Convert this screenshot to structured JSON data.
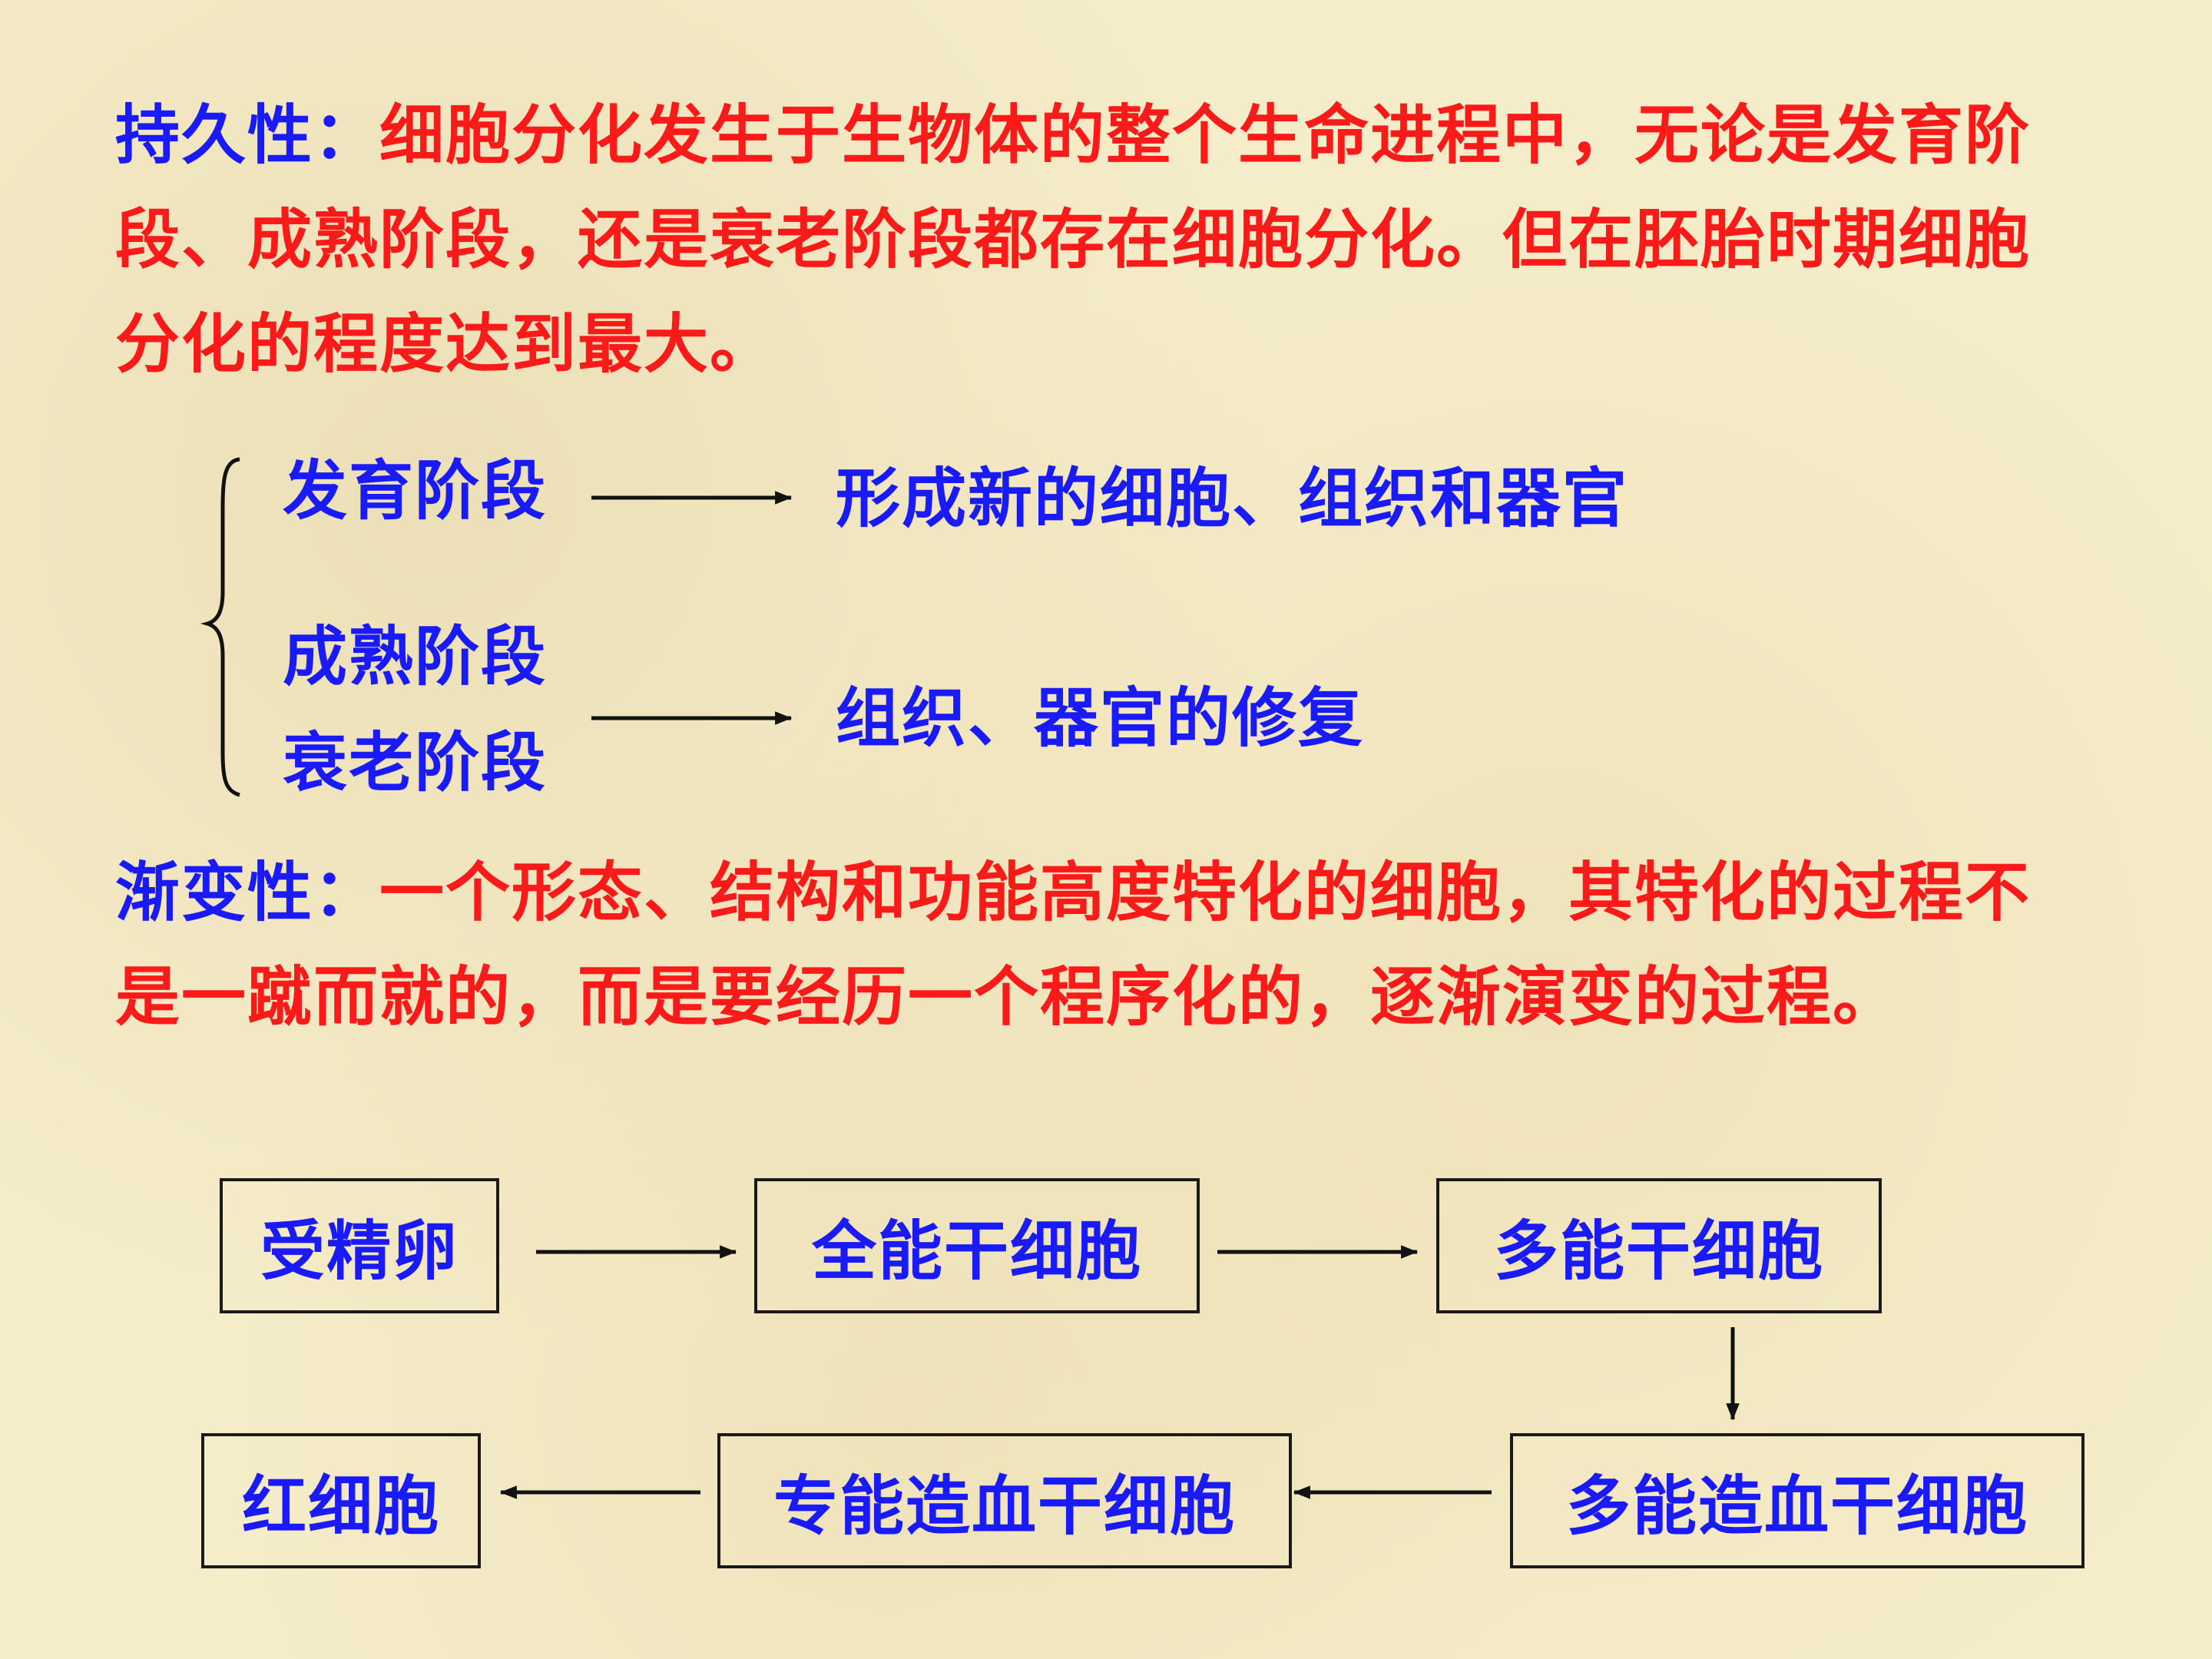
{
  "paragraph1": {
    "lead": "持久性：",
    "text": "细胞分化发生于生物体的整个生命进程中，无论是发育阶段、成熟阶段，还是衰老阶段都存在细胞分化。但在胚胎时期细胞分化的程度达到最大。"
  },
  "stages": {
    "development": "发育阶段",
    "mature": "成熟阶段",
    "aging": "衰老阶段",
    "result_development": "形成新的细胞、组织和器官",
    "result_repair": "组织、器官的修复"
  },
  "paragraph2": {
    "lead": "渐变性：",
    "text": "一个形态、结构和功能高度特化的细胞，其特化的过程不是一蹴而就的，而是要经历一个程序化的，逐渐演变的过程。"
  },
  "flow": {
    "fertilized_egg": "受精卵",
    "totipotent": "全能干细胞",
    "pluripotent": "多能干细胞",
    "multipotent_hematopoietic": "多能造血干细胞",
    "unipotent_hematopoietic": "专能造血干细胞",
    "red_cell": "红细胞"
  },
  "colors": {
    "emphasis_red": "#ff1a1a",
    "emphasis_blue": "#1a1aff",
    "background": "#f5ecc9"
  }
}
